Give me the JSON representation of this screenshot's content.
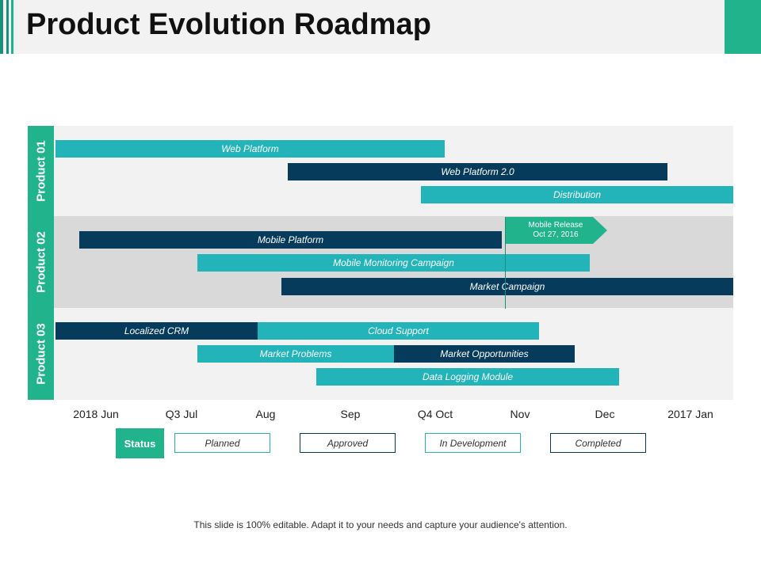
{
  "title": "Product Evolution Roadmap",
  "products": [
    {
      "label": "Product 01"
    },
    {
      "label": "Product 02"
    },
    {
      "label": "Product 03"
    }
  ],
  "tasks": [
    {
      "label": "Web Platform",
      "status_color": "teal"
    },
    {
      "label": "Web Platform 2.0",
      "status_color": "navy"
    },
    {
      "label": "Distribution",
      "status_color": "teal"
    },
    {
      "label": "Mobile Platform",
      "status_color": "navy"
    },
    {
      "label": "Mobile Monitoring Campaign",
      "status_color": "teal"
    },
    {
      "label": "Market Campaign",
      "status_color": "navy"
    },
    {
      "label": "Localized CRM",
      "status_color": "navy"
    },
    {
      "label": "Cloud Support",
      "status_color": "teal"
    },
    {
      "label": "Market Problems",
      "status_color": "teal"
    },
    {
      "label": "Market Opportunities",
      "status_color": "navy"
    },
    {
      "label": "Data Logging Module",
      "status_color": "teal"
    }
  ],
  "milestone": {
    "title": "Mobile  Release",
    "date": "Oct 27, 2016"
  },
  "timeline": [
    "2018 Jun",
    "Q3 Jul",
    "Aug",
    "Sep",
    "Q4 Oct",
    "Nov",
    "Dec",
    "2017 Jan"
  ],
  "legend": {
    "title": "Status",
    "items": [
      "Planned",
      "Approved",
      "In Development",
      "Completed"
    ]
  },
  "footer": "This slide is 100% editable. Adapt it to your needs and capture your audience's attention.",
  "colors": {
    "teal": "#22b4b9",
    "navy": "#063b5c",
    "green": "#21b48c"
  }
}
